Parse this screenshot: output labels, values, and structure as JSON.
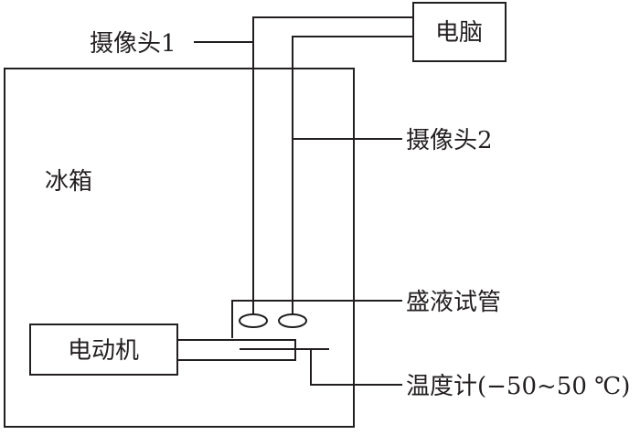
{
  "labels": {
    "camera_1": "摄像头1",
    "camera_2": "摄像头2",
    "computer": "电脑",
    "freezer": "冰箱",
    "test_tube": "盛液试管",
    "motor": "电动机",
    "thermometer": "温度计(−50~50 ℃)"
  }
}
